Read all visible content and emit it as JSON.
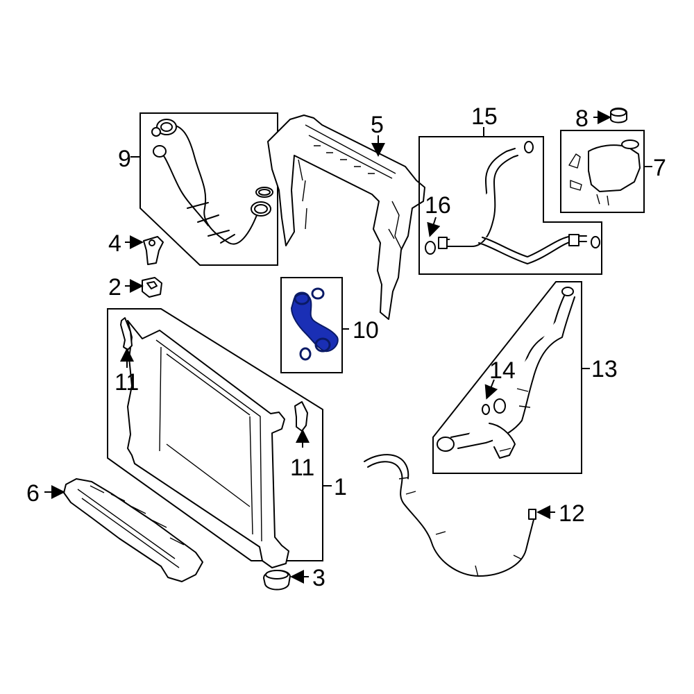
{
  "callouts": {
    "c1": "1",
    "c2": "2",
    "c3": "3",
    "c4": "4",
    "c5": "5",
    "c6": "6",
    "c7": "7",
    "c8": "8",
    "c9": "9",
    "c10": "10",
    "c11a": "11",
    "c11b": "11",
    "c12": "12",
    "c13": "13",
    "c14": "14",
    "c15": "15",
    "c16": "16"
  },
  "colors": {
    "highlight": "#1a2fb5",
    "line": "#000000",
    "background": "#ffffff"
  },
  "highlighted_part": "10"
}
